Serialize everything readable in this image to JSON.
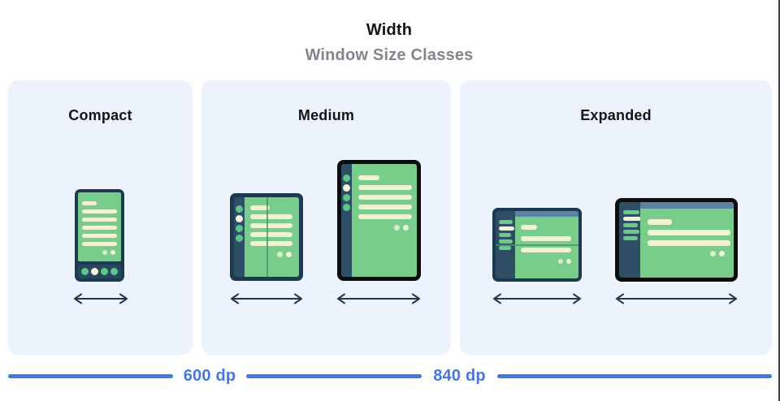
{
  "header": {
    "title": "Width",
    "subtitle": "Window Size Classes"
  },
  "panels": [
    {
      "label": "Compact",
      "devices": [
        "phone-portrait"
      ]
    },
    {
      "label": "Medium",
      "devices": [
        "foldable-open-portrait",
        "tablet-portrait"
      ]
    },
    {
      "label": "Expanded",
      "devices": [
        "foldable-open-landscape",
        "tablet-landscape"
      ]
    }
  ],
  "scale": {
    "breakpoints": [
      {
        "label": "600 dp"
      },
      {
        "label": "840 dp"
      }
    ]
  },
  "colors": {
    "panel-bg": "#ecf3fc",
    "accent-blue": "#4577e2",
    "subtitle-gray": "#80868b",
    "text-dark": "#141414",
    "frame-navy": "#1d3950",
    "frame-black": "#0d0d0d",
    "navbar-navy": "#27465f",
    "rail-slate": "#2e4e66",
    "screen-green": "#77cd89",
    "bar-cream": "#f0f2d1",
    "dot-green": "#5dc58c",
    "dot-cream": "#f4f5da",
    "sidebar-bar-green": "#6bca88",
    "appbar-slate": "#5d83a1",
    "arrow-navy": "#233850",
    "fold-green": "#4c9265",
    "edge-gray": "#3c4043"
  }
}
